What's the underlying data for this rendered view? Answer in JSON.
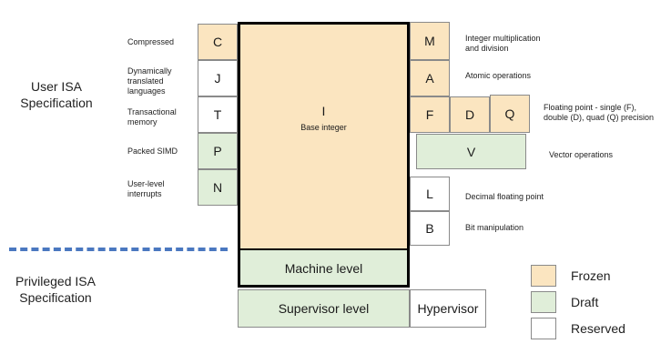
{
  "sections": {
    "user_isa": "User ISA\nSpecification",
    "privileged_isa": "Privileged ISA\nSpecification"
  },
  "base": {
    "letter": "I",
    "name": "Base integer",
    "machine_level": "Machine level",
    "supervisor_level": "Supervisor level",
    "hypervisor": "Hypervisor"
  },
  "extensions_left": [
    {
      "letter": "C",
      "label": "Compressed",
      "status": "frozen"
    },
    {
      "letter": "J",
      "label": "Dynamically\ntranslated\nlanguages",
      "status": "reserved"
    },
    {
      "letter": "T",
      "label": "Transactional\nmemory",
      "status": "reserved"
    },
    {
      "letter": "P",
      "label": "Packed SIMD",
      "status": "draft"
    },
    {
      "letter": "N",
      "label": "User-level\ninterrupts",
      "status": "draft"
    }
  ],
  "extensions_right": [
    {
      "letter": "M",
      "label": "Integer multiplication\nand division",
      "status": "frozen"
    },
    {
      "letter": "A",
      "label": "Atomic operations",
      "status": "frozen"
    },
    {
      "letter": "F",
      "status": "frozen"
    },
    {
      "letter": "D",
      "status": "frozen"
    },
    {
      "letter": "Q",
      "status": "frozen"
    },
    {
      "letter": "V",
      "label": "Vector operations",
      "status": "draft"
    },
    {
      "letter": "L",
      "label": "Decimal floating point",
      "status": "reserved"
    },
    {
      "letter": "B",
      "label": "Bit manipulation",
      "status": "reserved"
    }
  ],
  "fdq_label": "Floating point - single (F),\ndouble (D), quad (Q) precision",
  "legend": [
    {
      "label": "Frozen",
      "color": "#fbe5c0"
    },
    {
      "label": "Draft",
      "color": "#e0eed9"
    },
    {
      "label": "Reserved",
      "color": "#ffffff"
    }
  ],
  "colors": {
    "frozen": "#fbe5c0",
    "draft": "#e0eed9",
    "reserved": "#ffffff",
    "divider": "#4a78c0"
  }
}
